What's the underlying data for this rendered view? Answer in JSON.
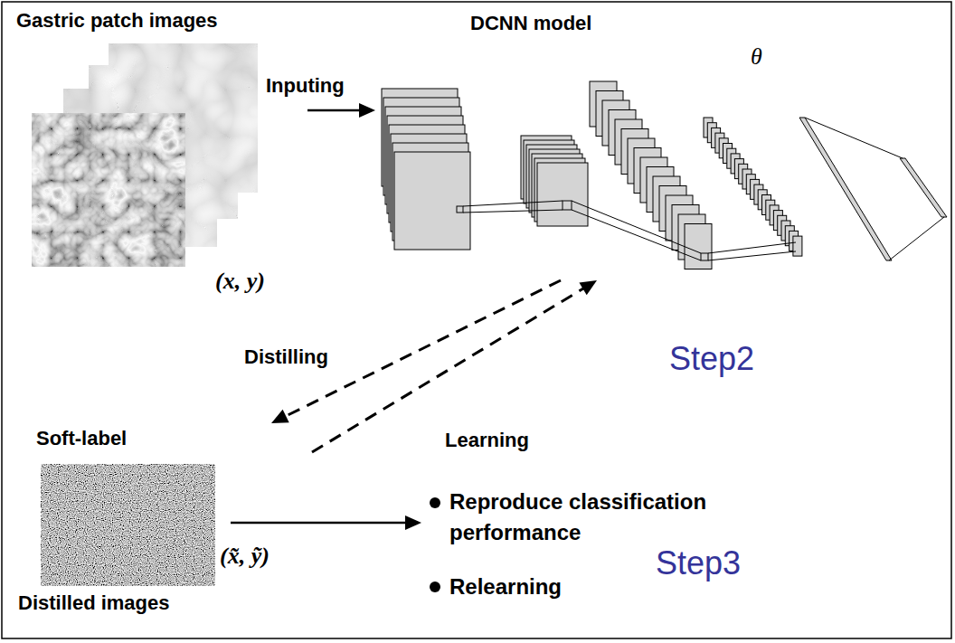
{
  "diagram": {
    "nodes": [
      {
        "text": [
          "Gastric patch images",
          "(x, y)"
        ]
      },
      {
        "text": [
          "DCNN model",
          "θ"
        ]
      },
      {
        "text": [
          "Soft-label",
          "(x̃, ỹ)",
          "Distilled images"
        ]
      }
    ],
    "edges": [
      {
        "from": 0,
        "to": 1,
        "arrow": "to",
        "label": "Inputing"
      },
      {
        "from": 1,
        "to": 2,
        "arrow": "to",
        "label": "Distilling"
      },
      {
        "from": 2,
        "to": 1,
        "arrow": "to",
        "label": "Learning"
      }
    ],
    "labels": [
      "Step2",
      "Reproduce classification performance",
      "Relearning",
      "Step3"
    ]
  }
}
